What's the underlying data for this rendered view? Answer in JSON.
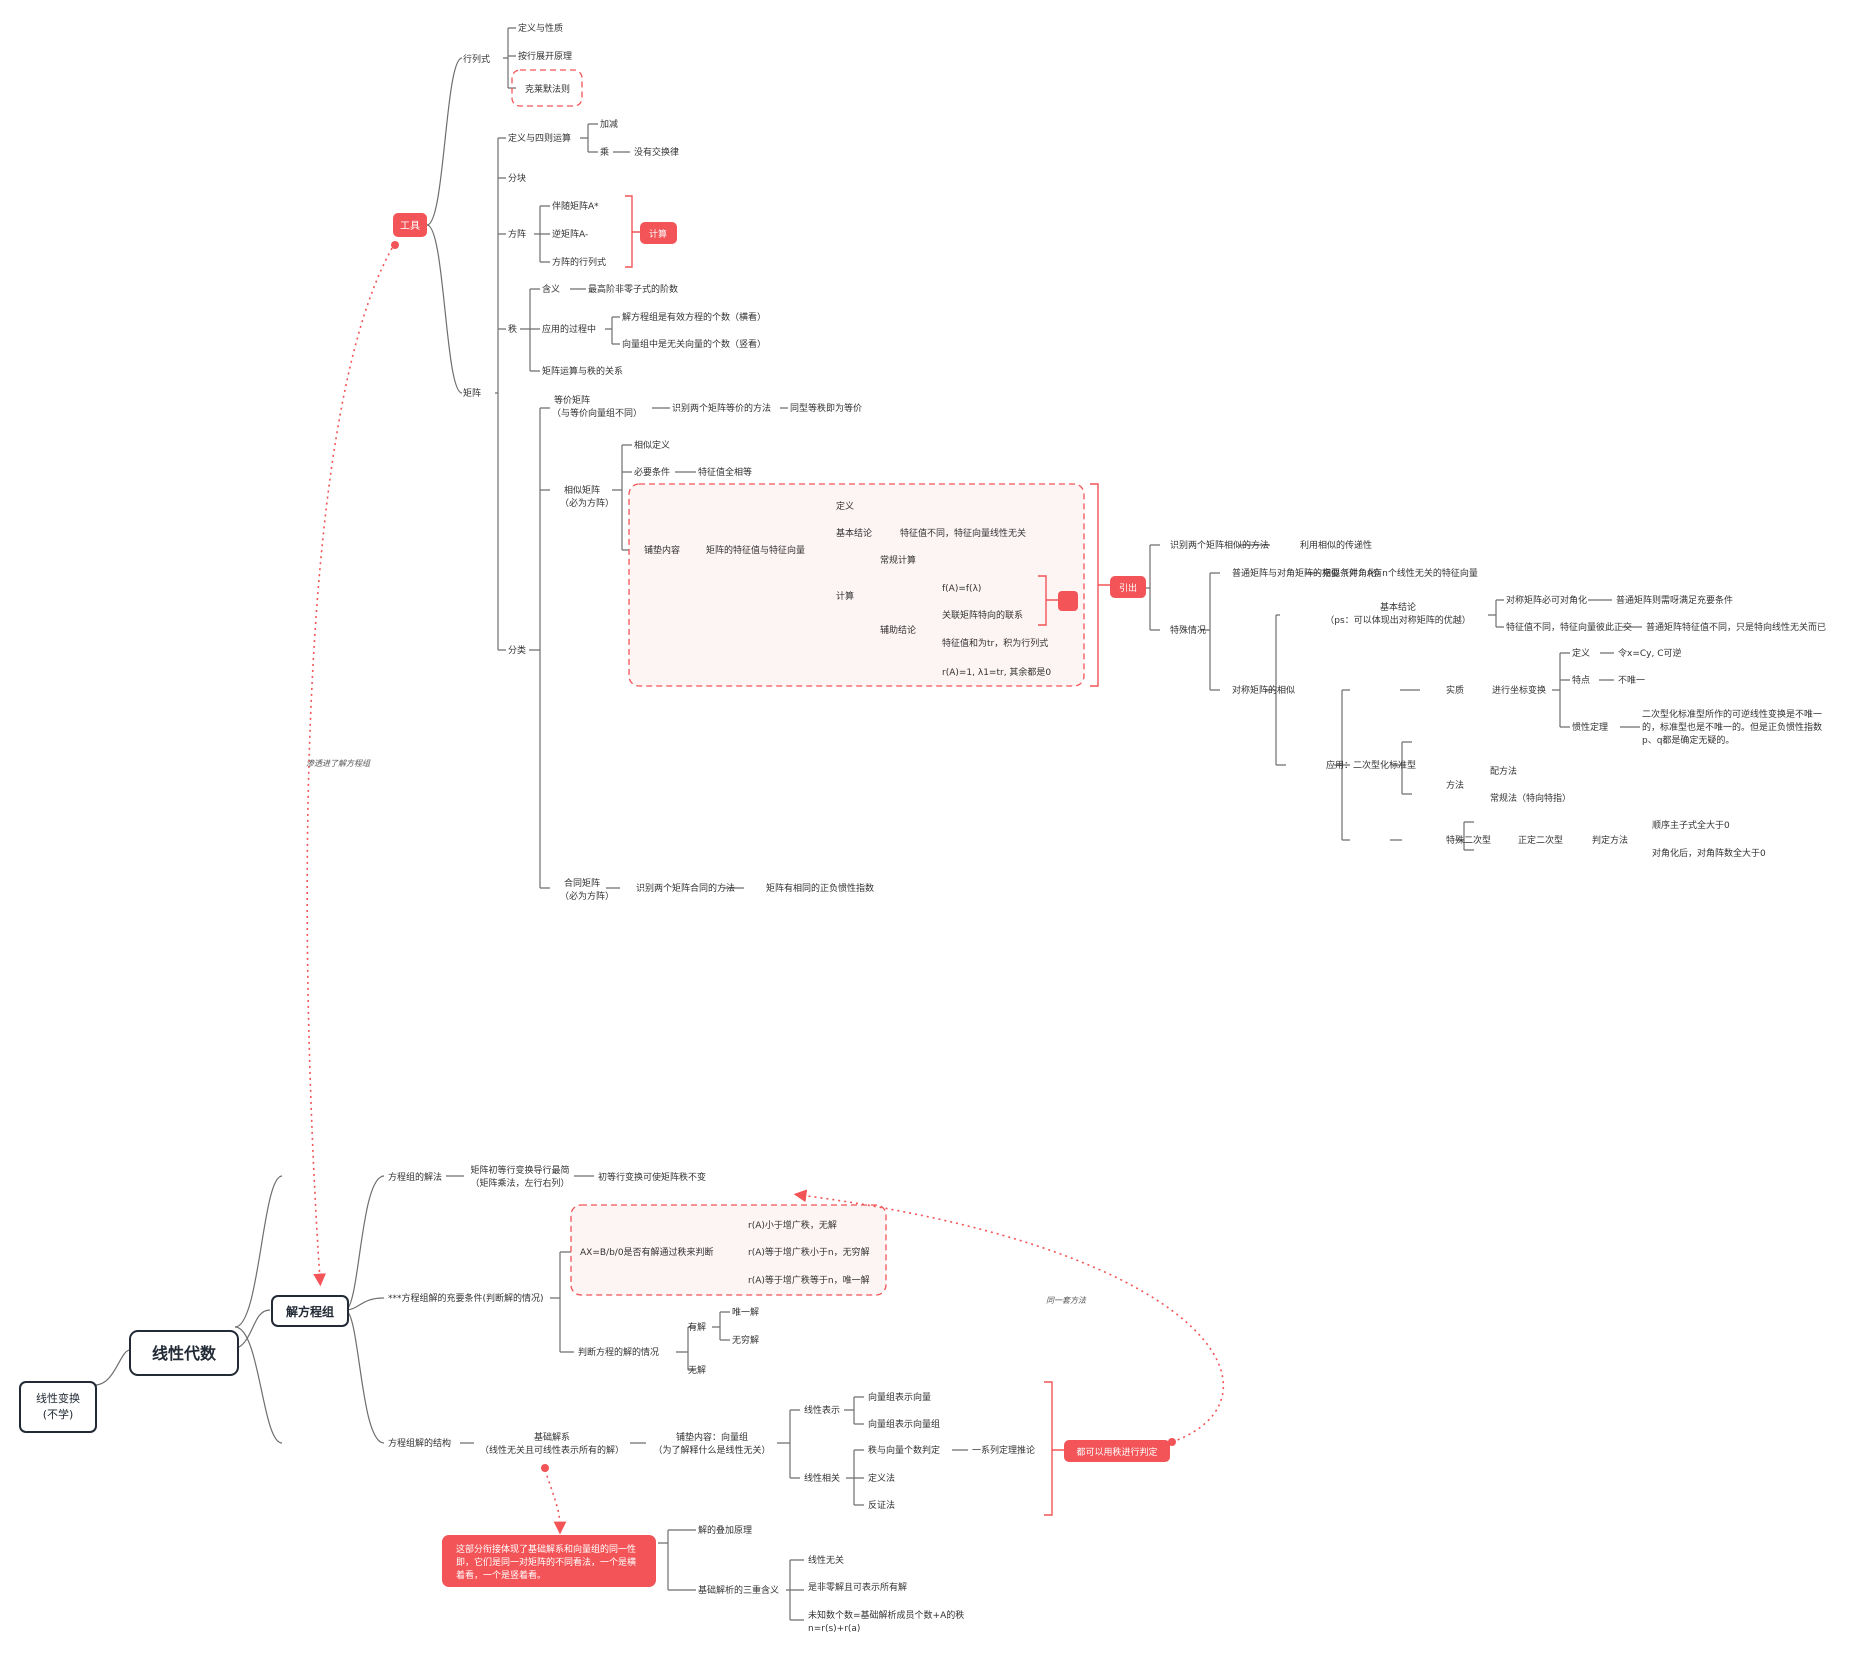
{
  "colors": {
    "line": "#6e6e6e",
    "text": "#333333",
    "accent": "#f25457",
    "accent_fill": "#fdf4f4",
    "dark": "#222a35",
    "white": "#ffffff"
  },
  "roots": {
    "main": "线性代数",
    "jie": "解方程组",
    "linear_line1": "线性变换",
    "linear_line2": "(不学)"
  },
  "nodes": {
    "gongju": "工具",
    "hanglieshi": "行列式",
    "dingyi_xingzhi": "定义与性质",
    "anhang": "按行展开原理",
    "kelai": "克莱默法则",
    "juzhen": "矩阵",
    "dingyi_sizer": "定义与四则运算",
    "jiajian": "加减",
    "cheng": "乘",
    "meiyou": "没有交换律",
    "fenkuai": "分块",
    "fangzhen": "方阵",
    "banshui": "伴随矩阵A*",
    "ni": "逆矩阵A-",
    "fz_hls": "方阵的行列式",
    "jisuan": "计算",
    "zhi": "秩",
    "hanyi": "含义",
    "zuigao": "最高阶非零子式的阶数",
    "yingyong": "应用的过程中",
    "jie_fcz": "解方程组是有效方程的个数（横看）",
    "xlz": "向量组中是无关向量的个数（竖看）",
    "jzys": "矩阵运算与秩的关系",
    "fenlei": "分类",
    "dengjia_1": "等价矩阵",
    "dengjia_2": "（与等价向量组不同）",
    "sb_dengjia": "识别两个矩阵等价的方法",
    "tongxing": "同型等秩即为等价",
    "xiangsi_1": "相似矩阵",
    "xiangsi_2": "（必为方阵）",
    "xs_dingyi": "相似定义",
    "biyao": "必要条件",
    "tezheng_xd": "特征值全相等",
    "pudian": "铺垫内容",
    "tzz_tzxl": "矩阵的特征值与特征向量",
    "dingyi": "定义",
    "jiben": "基本结论",
    "tzbt": "特征值不同，特征向量线性无关",
    "js": "计算",
    "changgui": "常规计算",
    "fuzhu": "辅助结论",
    "fa": "f(A)=f(λ)",
    "guanlian": "关联矩阵特向的联系",
    "he_ji": "特征值和为tr，积为行列式",
    "ra1": "r(A)=1, λ1=tr, 其余都是0",
    "yinchu": "引出",
    "sb_xiangsi": "识别两个矩阵相似的方法",
    "liyong": "利用相似的传递性",
    "teshu": "特殊情况",
    "putong": "普通矩阵与对角矩阵的相似（对角化）",
    "chongyao": "充要条件：A有n个线性无关的特征向量",
    "duichen_xs": "对称矩阵的相似",
    "jbjl_1": "基本结论",
    "jbjl_2": "（ps：可以体现出对称矩阵的优越）",
    "dcbk": "对称矩阵必可对角化",
    "ptbx": "普通矩阵则需呀满足充要条件",
    "tzzbt": "特征值不同，特征向量彼此正交",
    "ptjz_tz": "普通矩阵特征值不同，只是特向线性无关而已",
    "yy_ecx": "应用：二次型化标准型",
    "shizhi": "实质",
    "jxzb": "进行坐标变换",
    "dy2": "定义",
    "ling": "令x=Cy, C可逆",
    "tedian": "特点",
    "buweiyi": "不唯一",
    "guanxing": "惯性定理",
    "gx_desc": "二次型化标准型所作的可逆线性变换是不唯一的，标准型也是不唯一的。但是正负惯性指数p、q都是确定无疑的。",
    "fangfa": "方法",
    "peifang": "配方法",
    "changgui_fa": "常规法（特向特指）",
    "tsecx": "特殊二次型",
    "zdecx": "正定二次型",
    "pdff": "判定方法",
    "shunxu": "顺序主子式全大于0",
    "duijiao": "对角化后，对角阵数全大于0",
    "hetong_1": "合同矩阵",
    "hetong_2": "（必为方阵）",
    "sb_hetong": "识别两个矩阵合同的方法",
    "juyou": "矩阵有相同的正负惯性指数",
    "fcz_jiefa": "方程组的解法",
    "jzcd_1": "矩阵初等行变换导行最简",
    "jzcd_2": "（矩阵乘法，左行右列）",
    "cdbh": "初等行变换可使矩阵秩不变",
    "chongyao_tj": "***方程组解的充要条件(判断解的情况)",
    "ax_eq": "AX=B/b/0是否有解通过秩来判断",
    "ra_xiao": "r(A)小于增广秩，无解",
    "ra_deng_xiao": "r(A)等于增广秩小于n，无穷解",
    "ra_deng_n": "r(A)等于增广秩等于n，唯一解",
    "pdqk": "判断方程的解的情况",
    "youjie": "有解",
    "weiyi": "唯一解",
    "wuqiong": "无穷解",
    "wujie": "无解",
    "fcz_jiegou": "方程组解的结构",
    "jcjx_1": "基础解系",
    "jcjx_2": "（线性无关且可线性表示所有的解）",
    "pdnr_1": "铺垫内容：向量组",
    "pdnr_2": "（为了解释什么是线性无关）",
    "xxbs": "线性表示",
    "xlbs_xl": "向量组表示向量",
    "xlbs_xlz": "向量组表示向量组",
    "xxxg": "线性相关",
    "zhi_xl": "秩与向量个数判定",
    "yixilie": "一系列定理推论",
    "dingyifa": "定义法",
    "fanzheng": "反证法",
    "dkyyz": "都可以用秩进行判定",
    "zhebufen": "这部分衔接体现了基础解系和向量组的同一性即，它们是同一对矩阵的不同看法，一个是横着看，一个是竖着看。",
    "diejia": "解的叠加原理",
    "sanchong": "基础解析的三重含义",
    "xxwg": "线性无关",
    "feiling": "是非零解且可表示所有解",
    "wzs_1": "未知数个数=基础解析成员个数+A的秩",
    "wzs_2": "n=r(s)+r(a)"
  },
  "connectors": {
    "shentou": "渗透进了解方程组",
    "tongyitao": "同一套方法"
  }
}
